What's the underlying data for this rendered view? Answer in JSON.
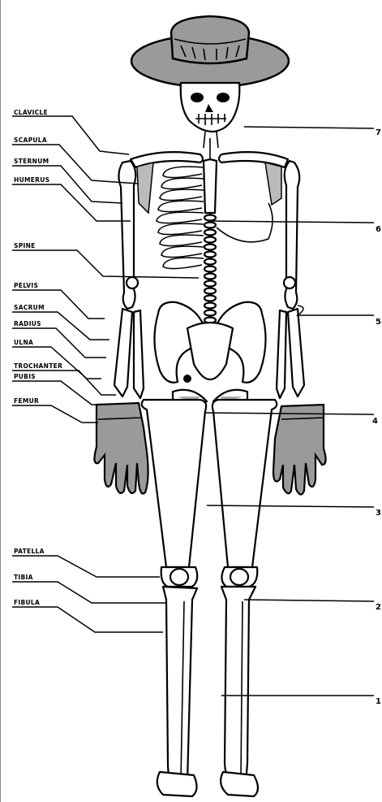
{
  "labels": {
    "clavicle": "CLAVICLE",
    "scapula": "SCAPULA",
    "sternum": "STERNUM",
    "humerus": "HUMERUS",
    "spine": "SPINE",
    "pelvis": "PELVIS",
    "sacrum": "SACRUM",
    "radius": "RADIUS",
    "ulna": "ULNA",
    "trochanter": "TROCHANTER",
    "pubis": "PUBIS",
    "femur": "FEMUR",
    "patella": "PATELLA",
    "tibia": "TIBIA",
    "fibula": "FIBULA"
  },
  "markers": [
    "7",
    "6",
    "5",
    "4",
    "3",
    "2",
    "1"
  ],
  "colors": {
    "ink": "#000000",
    "hat_fill": "#9a9a9a",
    "glove_fill": "#9a9a9a"
  }
}
